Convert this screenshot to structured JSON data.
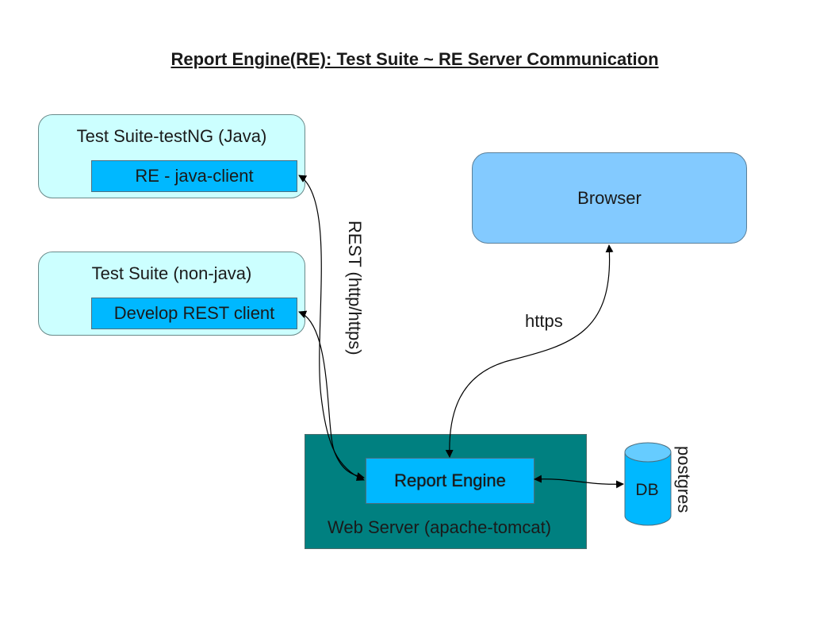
{
  "title": "Report Engine(RE): Test Suite ~ RE Server Communication",
  "suites": [
    {
      "label": "Test Suite-testNG (Java)",
      "client": "RE - java-client"
    },
    {
      "label": "Test Suite (non-java)",
      "client": "Develop REST client"
    }
  ],
  "browser": {
    "label": "Browser"
  },
  "web_server": {
    "label": "Web Server (apache-tomcat)",
    "engine": "Report Engine"
  },
  "database": {
    "label": "DB",
    "note": "postgres"
  },
  "connections": {
    "rest": "REST (http/https)",
    "https": "https"
  },
  "colors": {
    "suite_fill": "#ccffff",
    "client_fill": "#00b8ff",
    "browser_fill": "#83caff",
    "web_server_fill": "#008080",
    "db_fill": "#00b8ff",
    "db_top": "#66ccff"
  }
}
